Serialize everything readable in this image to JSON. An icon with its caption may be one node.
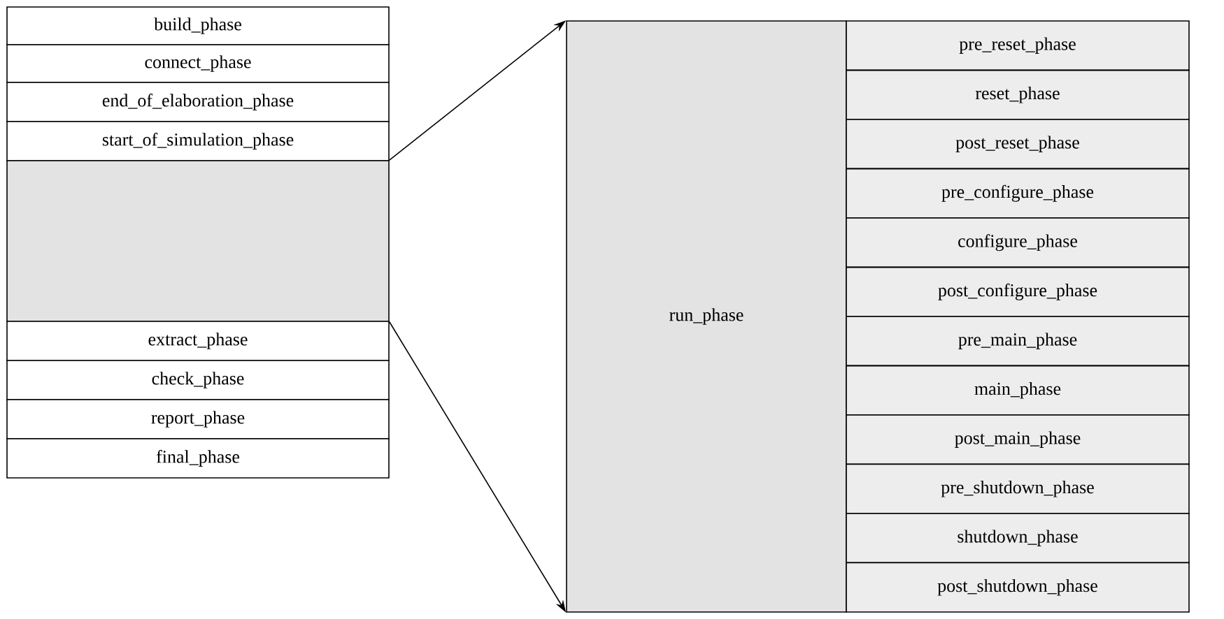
{
  "diagram": {
    "nodes": [
      {
        "text": [
          "build_phase"
        ]
      },
      {
        "text": [
          "connect_phase"
        ]
      },
      {
        "text": [
          "end_of_elaboration_phase"
        ]
      },
      {
        "text": [
          "start_of_simulation_phase"
        ]
      },
      {
        "text": [],
        "shape": "box"
      },
      {
        "text": [
          "extract_phase"
        ]
      },
      {
        "text": [
          "check_phase"
        ]
      },
      {
        "text": [
          "report_phase"
        ]
      },
      {
        "text": [
          "final_phase"
        ]
      },
      {
        "text": [
          "run_phase"
        ]
      },
      {
        "text": [
          "pre_reset_phase"
        ]
      },
      {
        "text": [
          "reset_phase"
        ]
      },
      {
        "text": [
          "post_reset_phase"
        ]
      },
      {
        "text": [
          "pre_configure_phase"
        ]
      },
      {
        "text": [
          "configure_phase"
        ]
      },
      {
        "text": [
          "post_configure_phase"
        ]
      },
      {
        "text": [
          "pre_main_phase"
        ]
      },
      {
        "text": [
          "main_phase"
        ]
      },
      {
        "text": [
          "post_main_phase"
        ]
      },
      {
        "text": [
          "pre_shutdown_phase"
        ]
      },
      {
        "text": [
          "shutdown_phase"
        ]
      },
      {
        "text": [
          "post_shutdown_phase"
        ]
      }
    ],
    "edges": [
      {
        "from": 4,
        "to": 9,
        "arrow": "to"
      },
      {
        "from": 4,
        "to": 9,
        "arrow": "to"
      }
    ]
  }
}
